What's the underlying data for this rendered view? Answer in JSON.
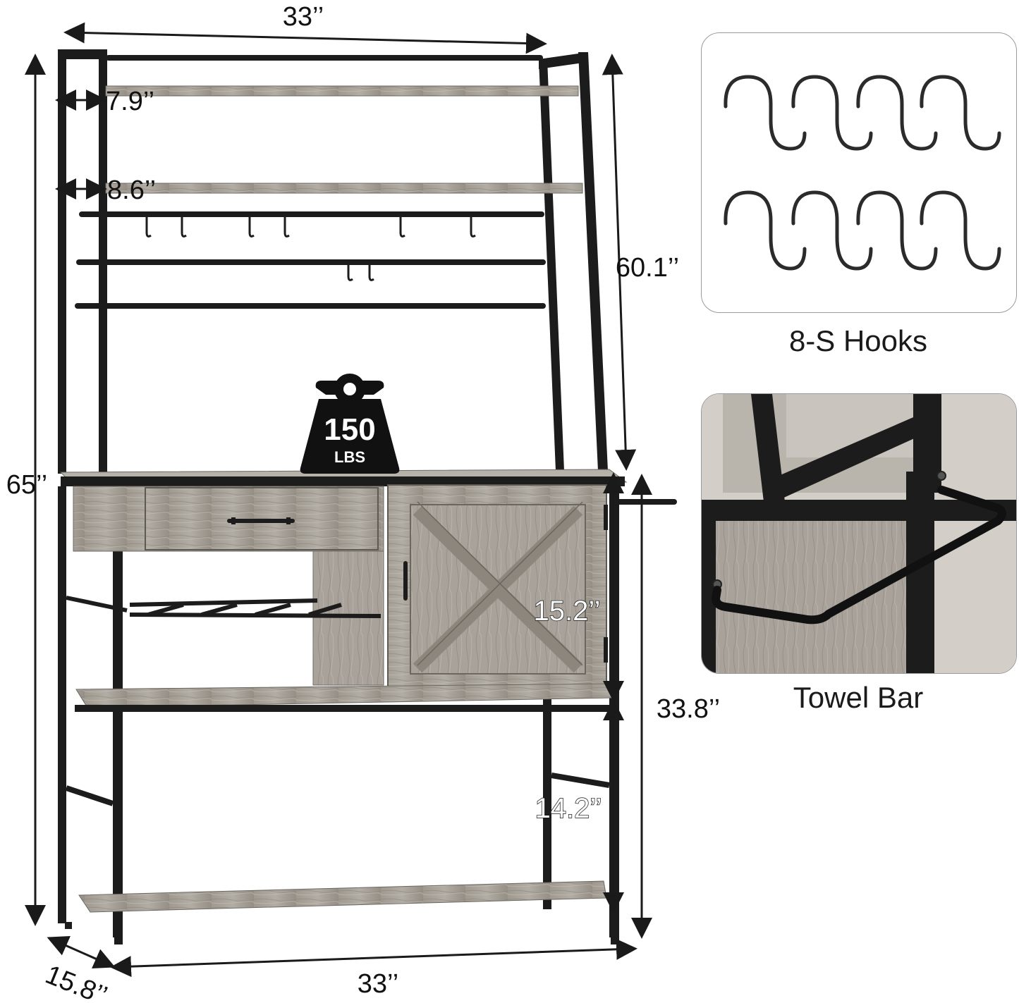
{
  "dimensions": {
    "top_width": "33’’",
    "bottom_width": "33’’",
    "depth": "15.8’’",
    "total_height": "65’’",
    "hutch_height": "60.1’’",
    "top_shelf_depth": "7.9’’",
    "second_shelf_depth": "8.6’’",
    "cabinet_height": "15.2’’",
    "counter_height": "33.8’’",
    "bottom_clearance": "14.2’’"
  },
  "weight_badge": {
    "value": "150",
    "unit": "LBS"
  },
  "insets": {
    "hooks_caption": "8-S Hooks",
    "towel_caption": "Towel Bar"
  },
  "colors": {
    "frame": "#1c1c1c",
    "wood": "#a39d94",
    "wood_dark": "#8c867d",
    "wood_light": "#bdb8b0",
    "text": "#111111"
  }
}
